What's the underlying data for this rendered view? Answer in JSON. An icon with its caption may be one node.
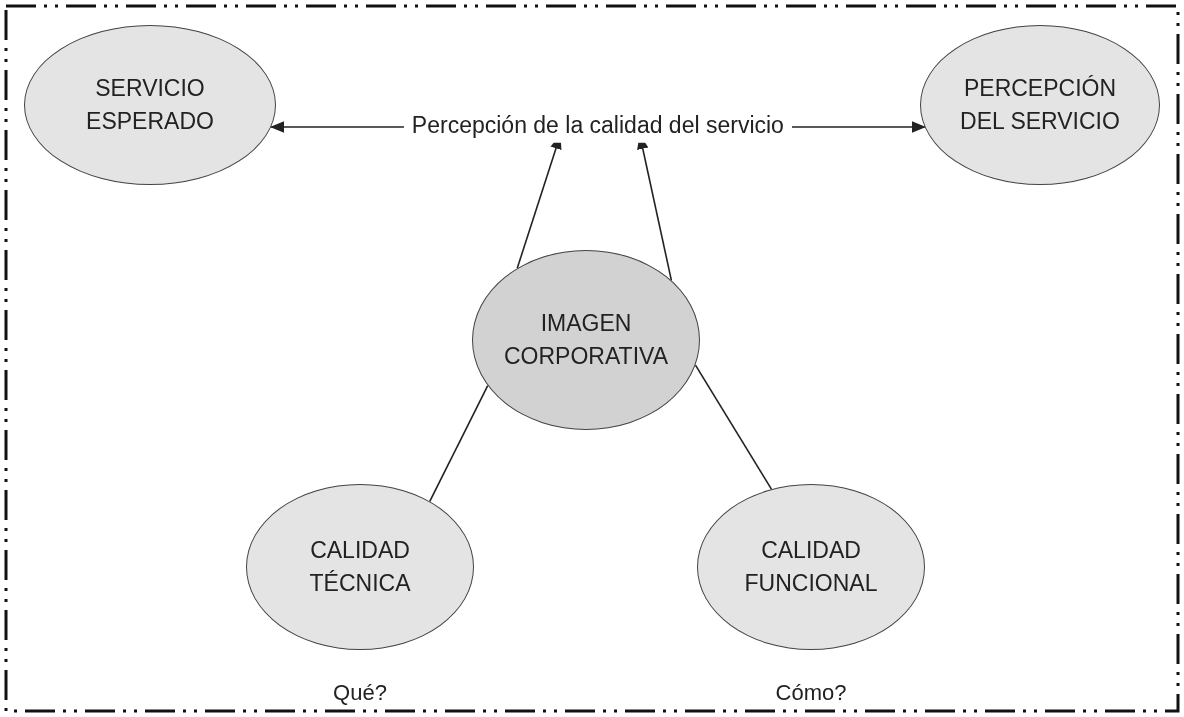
{
  "diagram": {
    "nodes": [
      {
        "text": [
          "SERVICIO ESPERADO"
        ]
      },
      {
        "text": [
          "PERCEPCIÓN DEL SERVICIO"
        ]
      },
      {
        "text": [
          "IMAGEN CORPORATIVA"
        ]
      },
      {
        "text": [
          "CALIDAD TÉCNICA"
        ],
        "beside": [
          "Qué?"
        ]
      },
      {
        "text": [
          "CALIDAD FUNCIONAL"
        ],
        "beside": [
          "Cómo?"
        ]
      }
    ],
    "edges": [
      {
        "from": 0,
        "to": 1,
        "arrow": "both",
        "label": "Percepción de la calidad del servicio"
      },
      {
        "from": 3,
        "to": 2,
        "arrow": "none"
      },
      {
        "from": 4,
        "to": 2,
        "arrow": "none"
      },
      {
        "from": 2,
        "to": null,
        "arrow": "to"
      },
      {
        "from": 2,
        "to": null,
        "arrow": "to"
      }
    ]
  }
}
